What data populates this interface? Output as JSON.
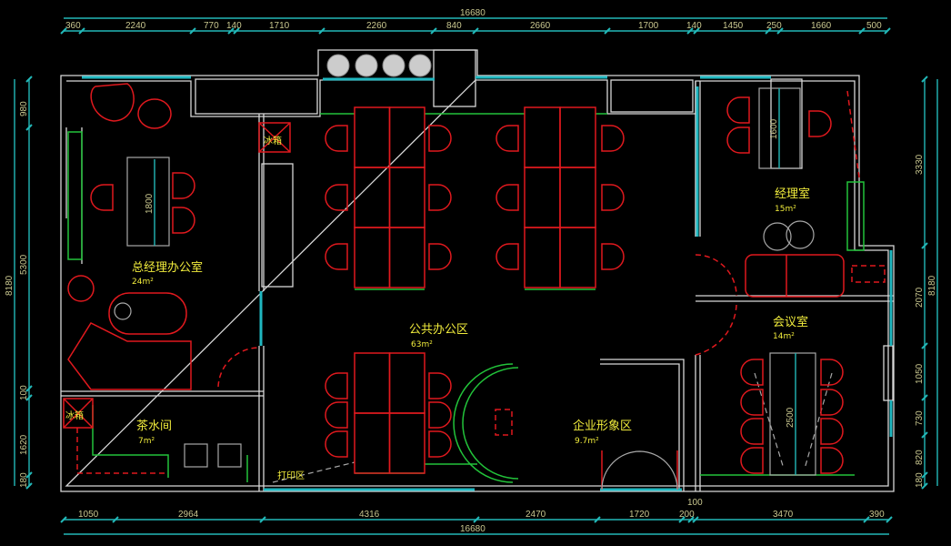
{
  "dimensions": {
    "total_width": "16680",
    "total_height": "8180",
    "top": [
      "360",
      "2240",
      "770",
      "140",
      "1710",
      "2260",
      "840",
      "2660",
      "1700",
      "140",
      "1450",
      "250",
      "1660",
      "500"
    ],
    "bottom": [
      "1050",
      "2964",
      "4316",
      "2470",
      "1720",
      "200",
      "100",
      "3470",
      "390"
    ],
    "left": [
      "980",
      "5300",
      "100",
      "1620",
      "180"
    ],
    "right": [
      "3330",
      "2070",
      "1050",
      "730",
      "820",
      "180"
    ]
  },
  "rooms": {
    "gm_office": {
      "name": "总经理办公室",
      "area": "24m²",
      "desk_dim": "1800"
    },
    "tea_room": {
      "name": "茶水间",
      "area": "7m²"
    },
    "public_office": {
      "name": "公共办公区",
      "area": "63m²"
    },
    "brand_area": {
      "name": "企业形象区",
      "area": "9.7m²"
    },
    "manager_office": {
      "name": "经理室",
      "area": "15m²",
      "desk_dim": "1600"
    },
    "meeting_room": {
      "name": "会议室",
      "area": "14m²",
      "table_dim": "2500"
    },
    "print_area": {
      "name": "打印区"
    }
  },
  "fixtures": {
    "fridge_label": "冰箱"
  },
  "colors": {
    "wall": "#d8d8d8",
    "window": "#1fb7c0",
    "furniture": "#e0191e",
    "partition": "#22c33a",
    "label": "#f1ec3c"
  }
}
